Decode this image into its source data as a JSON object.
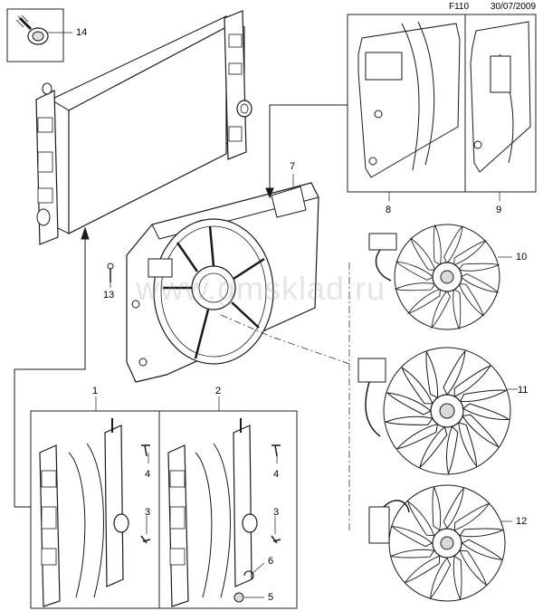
{
  "header": {
    "code": "F110",
    "date": "30/07/2009"
  },
  "watermark": "www.gmsklad.ru",
  "callouts": [
    {
      "id": "c1",
      "text": "1"
    },
    {
      "id": "c2",
      "text": "2"
    },
    {
      "id": "c3a",
      "text": "3"
    },
    {
      "id": "c3b",
      "text": "3"
    },
    {
      "id": "c4a",
      "text": "4"
    },
    {
      "id": "c4b",
      "text": "4"
    },
    {
      "id": "c5",
      "text": "5"
    },
    {
      "id": "c6",
      "text": "6"
    },
    {
      "id": "c7",
      "text": "7"
    },
    {
      "id": "c8",
      "text": "8"
    },
    {
      "id": "c9",
      "text": "9"
    },
    {
      "id": "c10",
      "text": "10"
    },
    {
      "id": "c11",
      "text": "11"
    },
    {
      "id": "c12",
      "text": "12"
    },
    {
      "id": "c13",
      "text": "13"
    },
    {
      "id": "c14",
      "text": "14"
    }
  ],
  "colors": {
    "line": "#1a1a1a",
    "box": "#222222",
    "fill": "#ffffff",
    "shade": "#d9d9d9"
  }
}
